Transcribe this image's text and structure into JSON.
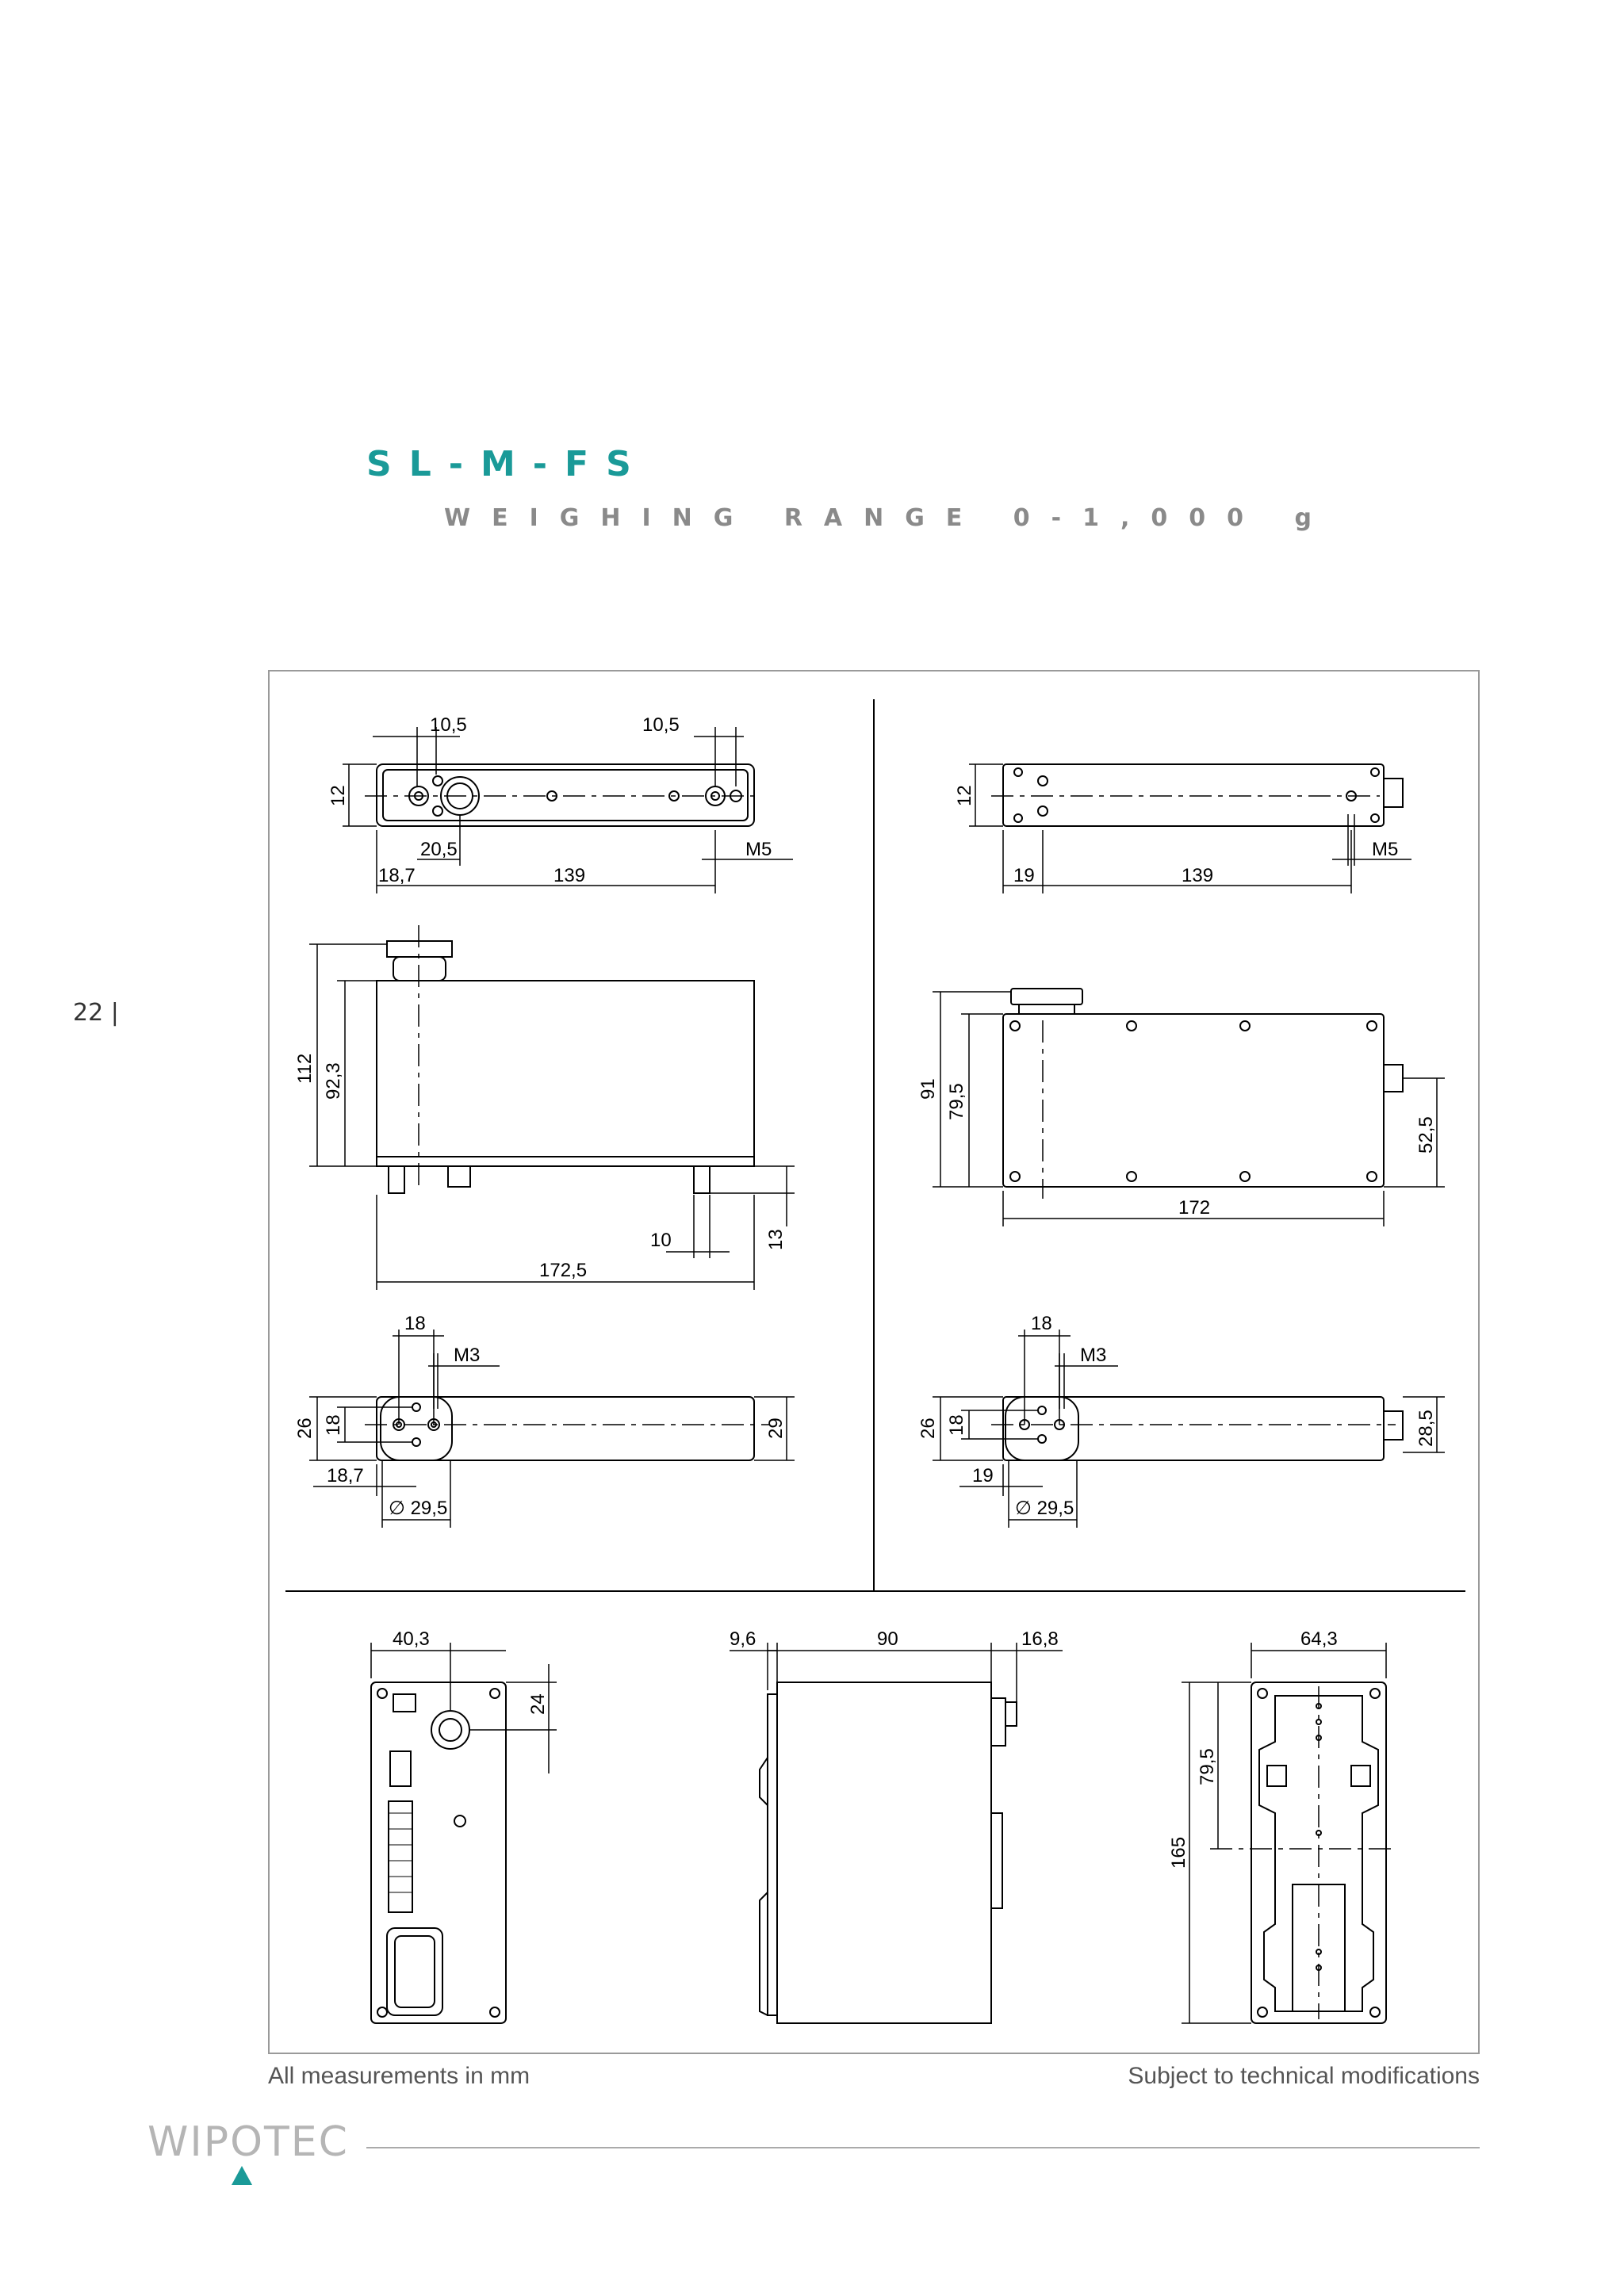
{
  "header": {
    "title": "SL-M-FS",
    "subtitle": "WEIGHING RANGE 0-1,000 g"
  },
  "page_number": "22 |",
  "drawing": {
    "left_top": {
      "d1": "10,5",
      "d2": "10,5",
      "d3": "12",
      "d4": "20,5",
      "d5": "M5",
      "d6": "18,7",
      "d7": "139"
    },
    "left_side": {
      "d1": "112",
      "d2": "92,3",
      "d3": "10",
      "d4": "13",
      "d5": "172,5"
    },
    "left_bottom": {
      "d1": "18",
      "d2": "M3",
      "d3": "26",
      "d4": "18",
      "d5": "29",
      "d6": "18,7",
      "d7": "∅ 29,5"
    },
    "right_top": {
      "d1": "12",
      "d2": "19",
      "d3": "139",
      "d4": "M5"
    },
    "right_side": {
      "d1": "91",
      "d2": "79,5",
      "d3": "52,5",
      "d4": "172"
    },
    "right_bottom": {
      "d1": "18",
      "d2": "M3",
      "d3": "26",
      "d4": "18",
      "d5": "28,5",
      "d6": "19",
      "d7": "∅ 29,5"
    },
    "bottom_a": {
      "d1": "40,3",
      "d2": "24"
    },
    "bottom_b": {
      "d1": "9,6",
      "d2": "90",
      "d3": "16,8"
    },
    "bottom_c": {
      "d1": "64,3",
      "d2": "79,5",
      "d3": "165"
    }
  },
  "footer": {
    "left": "All measurements in mm",
    "right": "Subject to technical modifications",
    "logo": "WIPOTEC"
  },
  "icons": {
    "logo_mark": "triangle-icon",
    "logo_color": "#1a9a98"
  },
  "colors": {
    "accent": "#1a9a98",
    "subtitle": "#8a8a8a"
  }
}
